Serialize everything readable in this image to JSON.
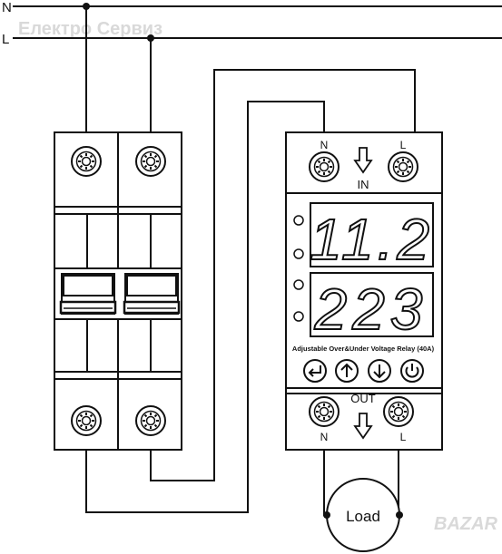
{
  "watermark": "Електро Сервиз",
  "watermark_bottom": "BAZAR",
  "lines": {
    "n_label": "N",
    "l_label": "L"
  },
  "relay": {
    "in_n_label": "N",
    "in_l_label": "L",
    "in_label": "IN",
    "display_top": "11.2",
    "display_bottom": "223",
    "model_label": "Adjustable Over&Under Voltage Relay (40A)",
    "out_label": "OUT",
    "out_n_label": "N",
    "out_l_label": "L",
    "buttons": [
      "return-icon",
      "up-arrow-icon",
      "down-arrow-icon",
      "power-icon"
    ]
  },
  "load": {
    "label": "Load"
  },
  "colors": {
    "line": "#111111",
    "watermark": "#d9d9d9"
  }
}
